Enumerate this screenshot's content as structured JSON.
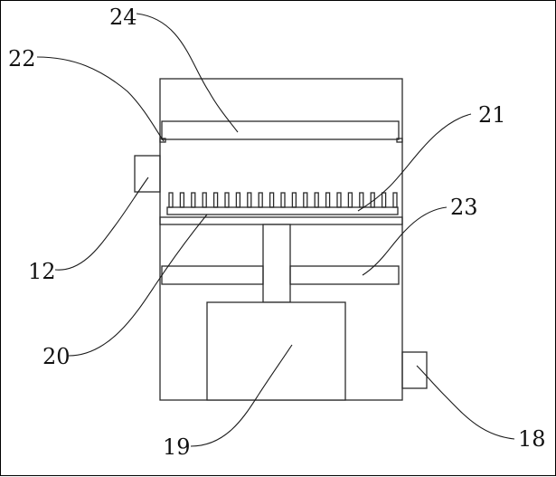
{
  "callouts": [
    {
      "id": "24",
      "label": "24"
    },
    {
      "id": "22",
      "label": "22"
    },
    {
      "id": "21",
      "label": "21"
    },
    {
      "id": "12",
      "label": "12"
    },
    {
      "id": "23",
      "label": "23"
    },
    {
      "id": "20",
      "label": "20"
    },
    {
      "id": "19",
      "label": "19"
    },
    {
      "id": "18",
      "label": "18"
    }
  ],
  "colors": {
    "line": "#2b2b2b",
    "background": "#ffffff"
  }
}
